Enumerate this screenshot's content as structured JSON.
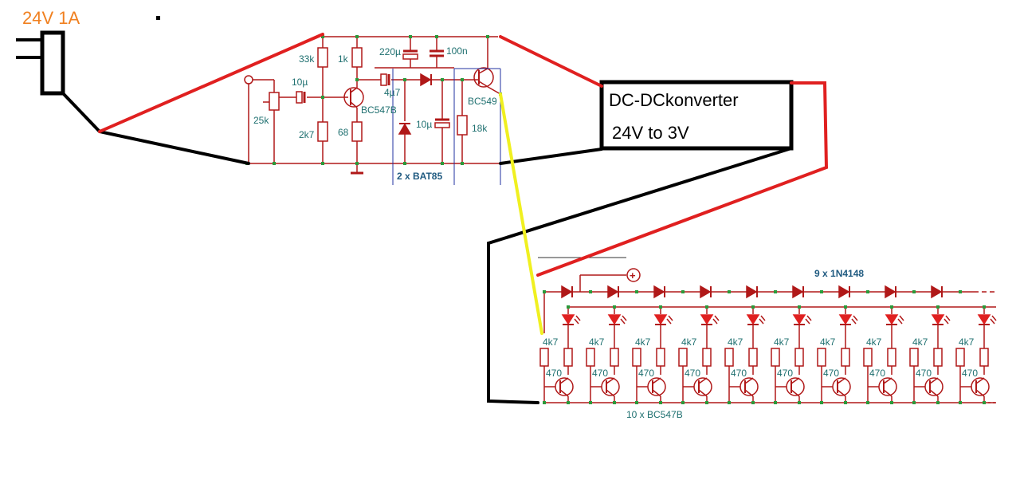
{
  "power_label": "24V 1A",
  "converter": {
    "line1": "DC-DCkonverter",
    "line2": "24V to 3V"
  },
  "top_circuit": {
    "r1": "33k",
    "r2": "1k",
    "r3": "2k7",
    "r4": "68",
    "pot": "25k",
    "c_in": "10µ",
    "c_top": "220µ",
    "c_100n": "100n",
    "c_4u7": "4µ7",
    "c_10u": "10µ",
    "r_18k": "18k",
    "t1": "BC547B",
    "t2": "BC549",
    "diodes": "2 x BAT85"
  },
  "led_bar": {
    "diodes_label": "9 x 1N4148",
    "transistors_label": "10 x BC547B",
    "r_top": "4k7",
    "r_bottom": "470",
    "stages": 10
  },
  "colors": {
    "schematic": "#b01818",
    "teal": "#1f7070",
    "red_wire": "#e02020",
    "yellow_wire": "#f0f020",
    "blue": "#2030a0"
  }
}
